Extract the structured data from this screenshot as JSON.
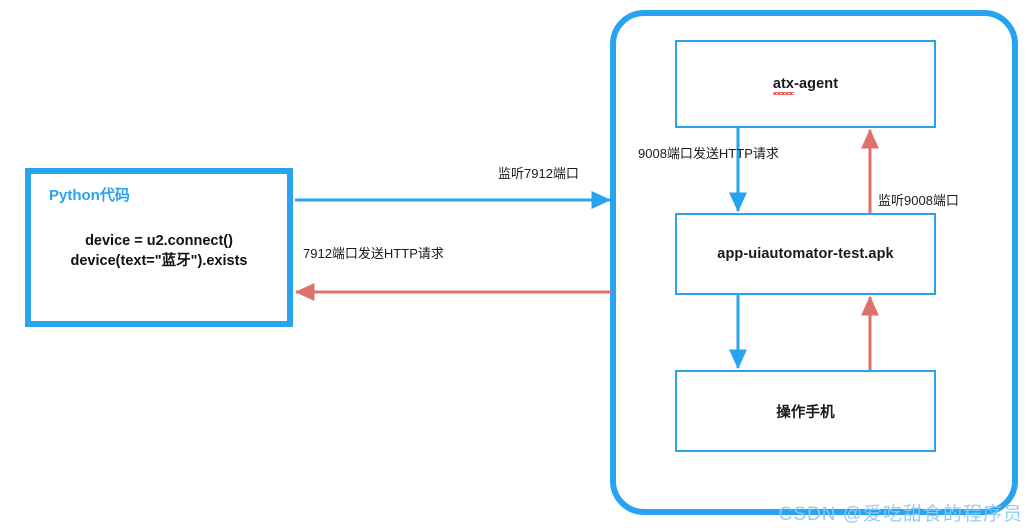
{
  "diagram": {
    "title": "uiautomator2 communication flow",
    "colors": {
      "blue": "#27a3ef",
      "box_border_blue": "#2ba2ea",
      "red": "#e0716a",
      "text": "#1a1a1a",
      "watermark": "#8fc8ef"
    },
    "python_box": {
      "title": "Python代码",
      "code": "device = u2.connect()\ndevice(text=\"蓝牙\").exists"
    },
    "device_nodes": [
      {
        "id": "atx-agent",
        "label_prefix": "atx",
        "label_suffix": "-agent",
        "label": "atx-agent"
      },
      {
        "id": "apk",
        "label": "app-uiautomator-test.apk"
      },
      {
        "id": "phone",
        "label": "操作手机"
      }
    ],
    "edges": [
      {
        "id": "listen-7912",
        "label": "监听7912端口",
        "color": "#27a3ef",
        "direction": "right"
      },
      {
        "id": "send-7912",
        "label": "7912端口发送HTTP请求",
        "color": "#e0716a",
        "direction": "left"
      },
      {
        "id": "send-9008",
        "label": "9008端口发送HTTP请求",
        "color": "#27a3ef",
        "direction": "down"
      },
      {
        "id": "listen-9008",
        "label": "监听9008端口",
        "color": "#e0716a",
        "direction": "up"
      }
    ],
    "watermark": "CSDN @爱吃甜食的程序员"
  }
}
